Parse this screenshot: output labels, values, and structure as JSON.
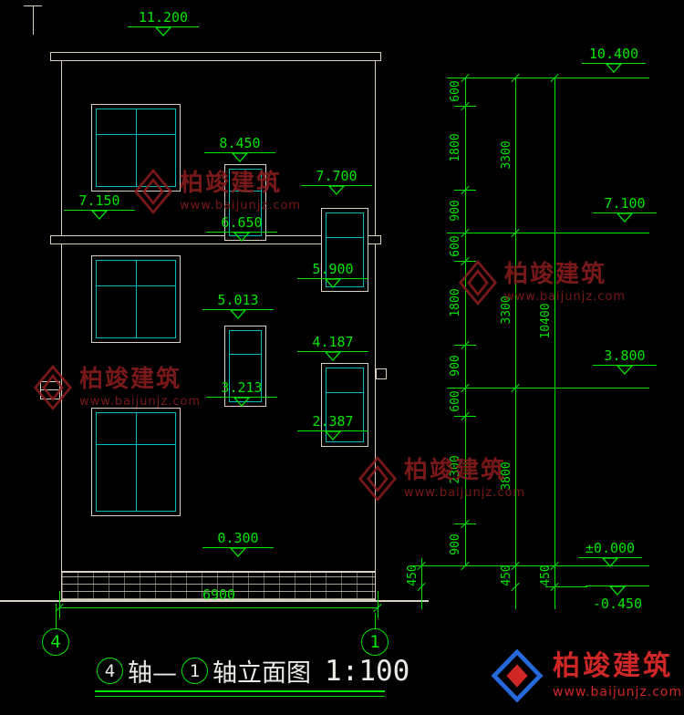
{
  "colors": {
    "background": "#000000",
    "drawing_line": "#d9d2c2",
    "window_glass": "#00bcbc",
    "dimension_green": "#00e400",
    "watermark_red": "#8f1d1d",
    "brand_blue": "#2468d9",
    "brand_red": "#cf2626"
  },
  "elevation_markers": [
    "11.200",
    "8.450",
    "7.700",
    "7.150",
    "6.650",
    "5.900",
    "5.013",
    "4.187",
    "3.213",
    "2.387",
    "0.300"
  ],
  "level_markers": [
    "10.400",
    "7.100",
    "3.800",
    "±0.000",
    "-0.450"
  ],
  "dim_chain_inner": [
    "600",
    "1800",
    "900",
    "600",
    "1800",
    "900",
    "600",
    "2300",
    "900"
  ],
  "dim_chain_middle": [
    "3300",
    "3300",
    "3800",
    "450"
  ],
  "dim_chain_outer": [
    "10400",
    "450"
  ],
  "dim_stub": "450",
  "bottom_dimension": "6900",
  "axis_bubbles": [
    "4",
    "1"
  ],
  "title": {
    "axis_left": "4",
    "text_mid": "轴—",
    "axis_right": "1",
    "text_name": "轴立面图",
    "scale": "1:100"
  },
  "watermark": {
    "name": "柏竣建筑",
    "url": "www.baijunjz.com"
  },
  "brand": {
    "name": "柏竣建筑",
    "url": "www.baijunjz.com"
  }
}
